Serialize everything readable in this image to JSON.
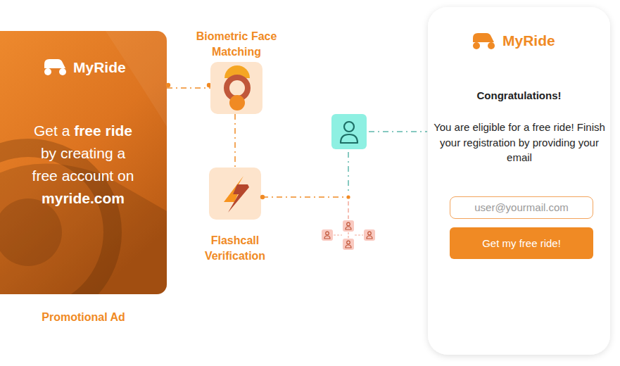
{
  "diagram": {
    "nodes": [
      {
        "text": [
          "MyRide",
          "Get a",
          "free ride",
          "by creating a free account on",
          "myride.com"
        ]
      },
      {
        "text": [
          "Biometric Face Matching"
        ]
      },
      {
        "text": [
          "Flashcall Verification"
        ]
      },
      {
        "text": [
          "MyRide",
          "Congratulations!",
          "You are eligible for a free ride! Finish your registration by providing your email"
        ]
      },
      {
        "text": [
          "user@yourmail.com"
        ],
        "in": 3
      },
      {
        "text": [
          "Get my free ride!"
        ],
        "in": 3
      }
    ],
    "edges": [
      {
        "from": 0,
        "to": 1,
        "arrow": "none"
      },
      {
        "from": 1,
        "to": 2,
        "arrow": "none"
      }
    ],
    "labels": [
      "Promotional Ad"
    ]
  }
}
